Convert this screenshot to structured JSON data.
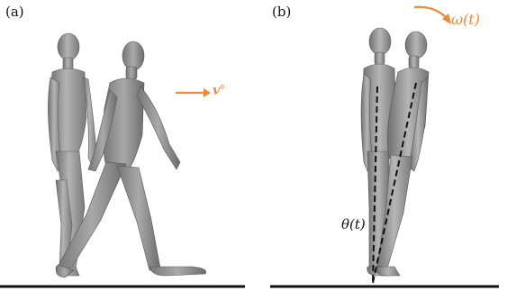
{
  "panel_a": {
    "label": "(a)",
    "velocity_label": "v",
    "velocity_superscript": "e"
  },
  "panel_b": {
    "label": "(b)",
    "angular_velocity_label": "ω(t)",
    "angle_label": "θ(t)"
  },
  "colors": {
    "accent_orange": "#ea8a3a",
    "mannequin_gray": "#8d8d8d",
    "ground": "#111111"
  }
}
